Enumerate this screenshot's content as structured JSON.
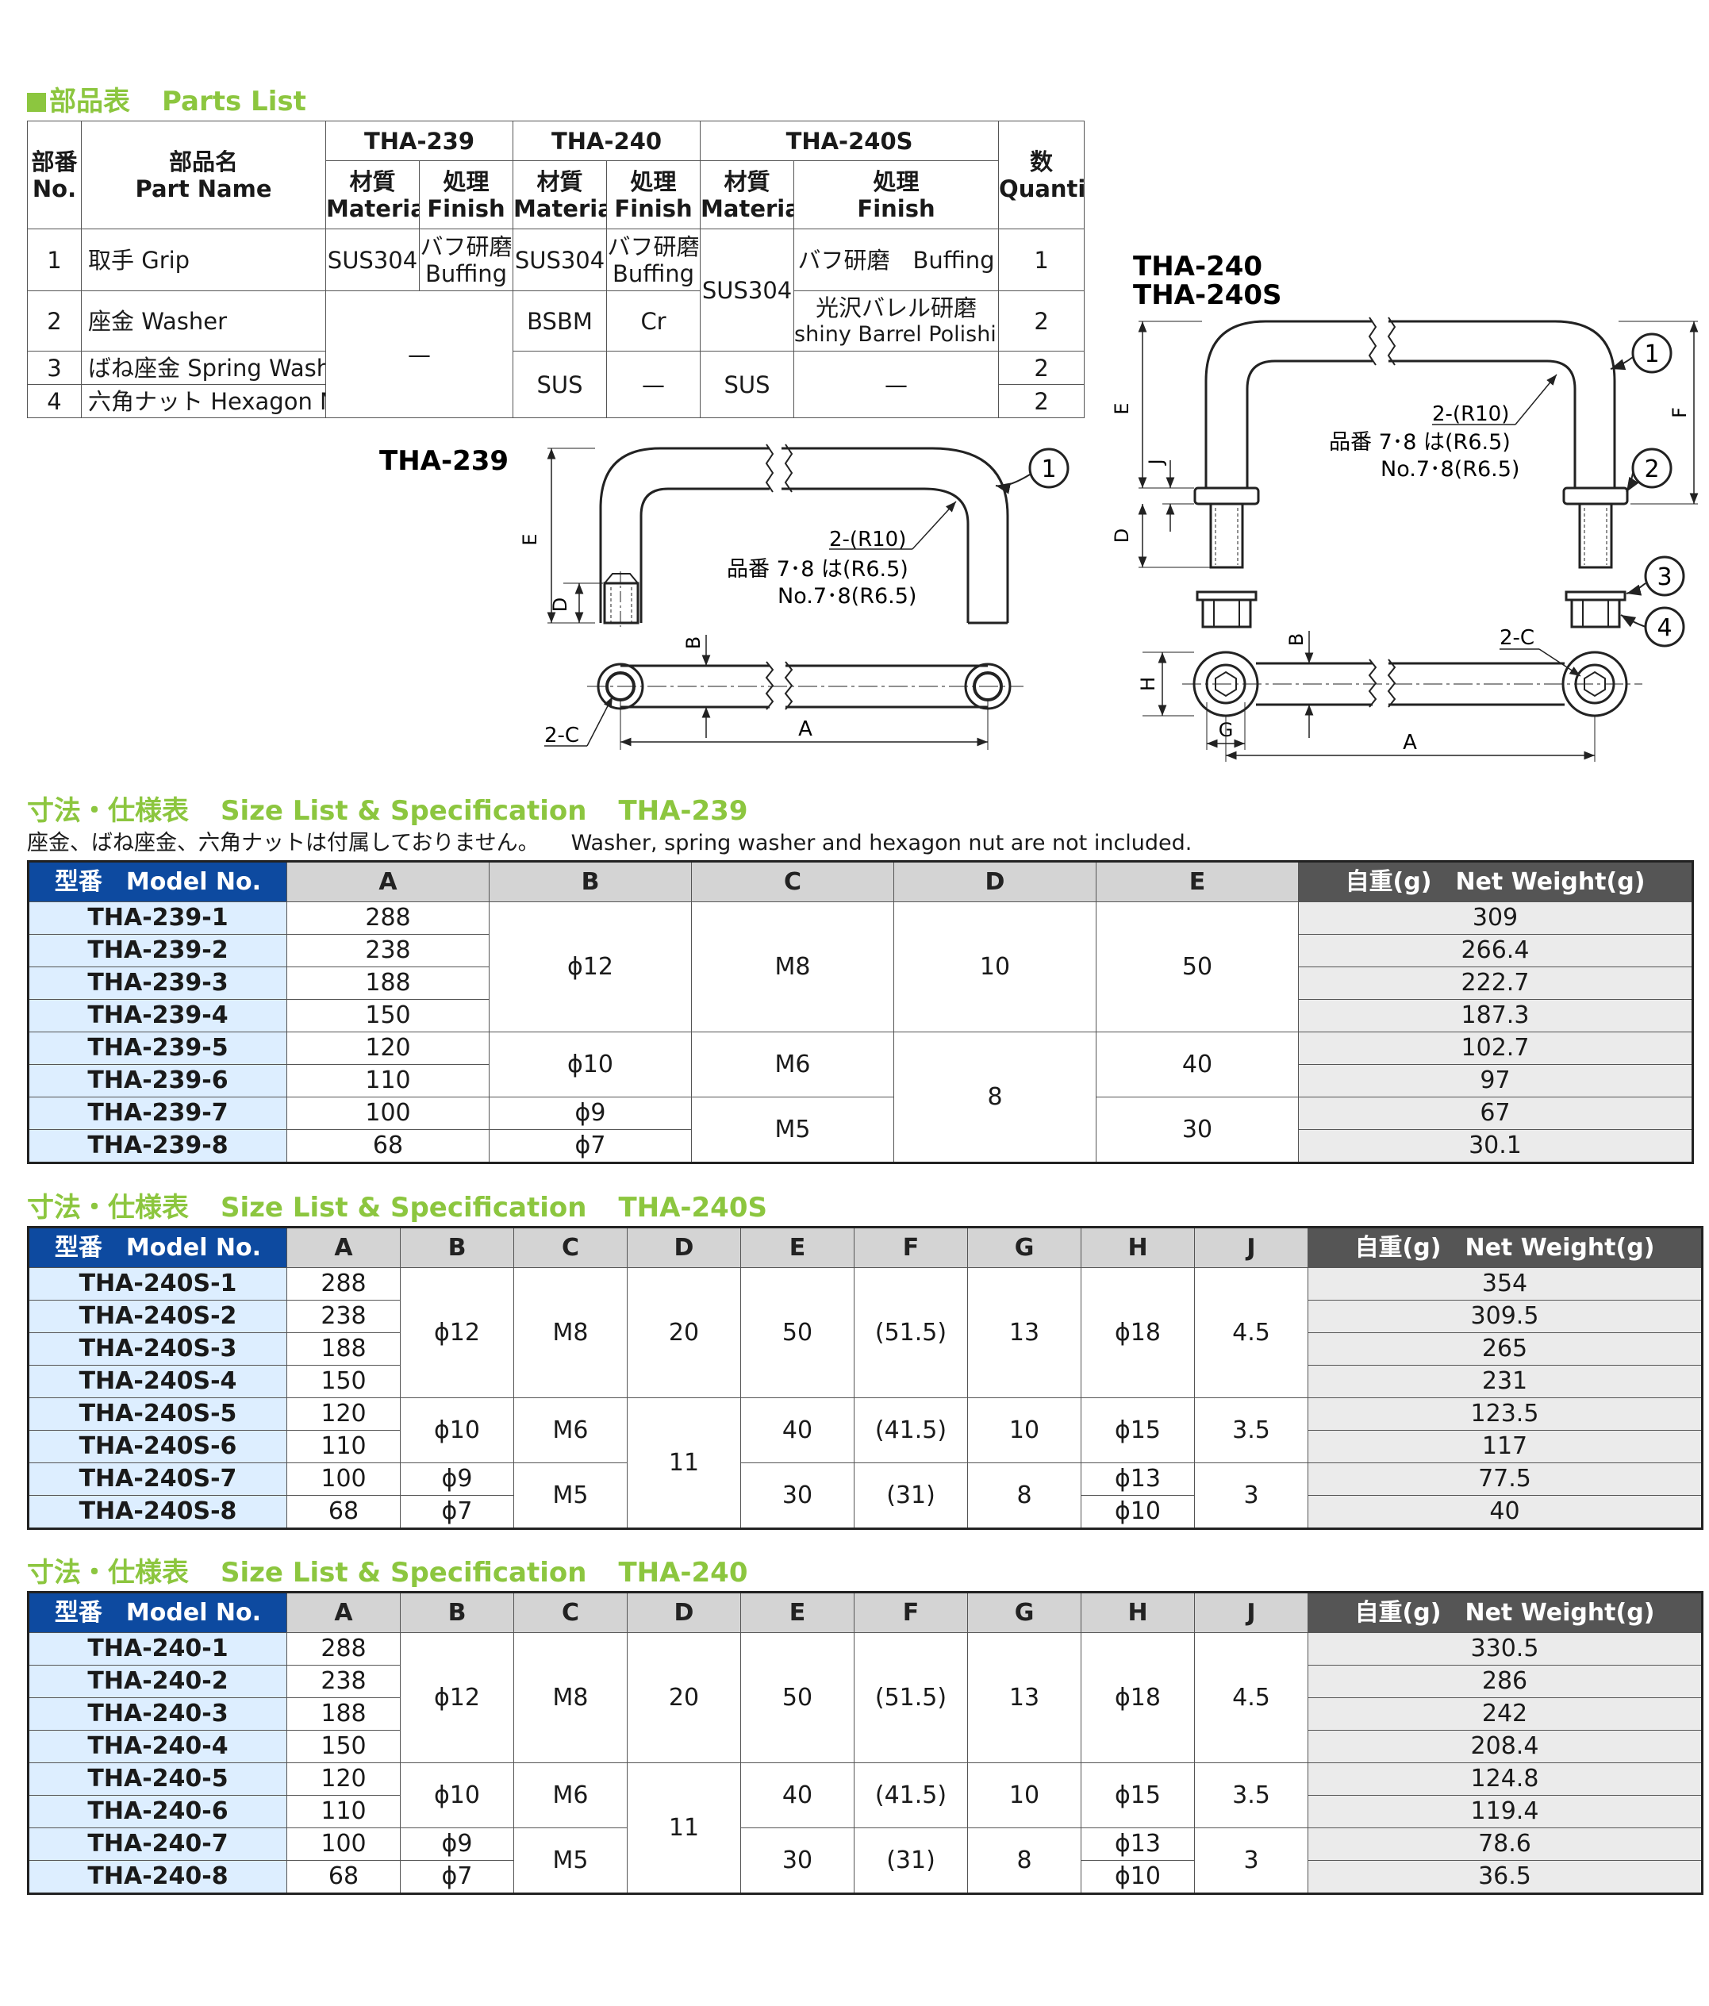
{
  "parts": {
    "title_jp": "部品表",
    "title_en": "Parts List",
    "header": {
      "no_jp": "部番",
      "no_en": "No.",
      "name_jp": "部品名",
      "name_en": "Part Name",
      "m1": "THA-239",
      "m2": "THA-240",
      "m3": "THA-240S",
      "mat_jp": "材質",
      "mat_en": "Material",
      "fin_jp": "処理",
      "fin_en": "Finish",
      "qty_jp": "数",
      "qty_en": "Quantity"
    },
    "rows": [
      {
        "no": "1",
        "name": "取手 Grip",
        "m239": "SUS304",
        "f239_jp": "バフ研磨",
        "f239_en": "Buffing",
        "m240": "SUS304",
        "f240_jp": "バフ研磨",
        "f240_en": "Buffing",
        "f240s": "バフ研磨　Buffing",
        "qty": "1"
      },
      {
        "no": "2",
        "name": "座金 Washer",
        "m240": "BSBM",
        "f240": "Cr",
        "f240s_jp": "光沢バレル研磨",
        "f240s_en": "shiny Barrel Polishing",
        "qty": "2"
      },
      {
        "no": "3",
        "name": "ばね座金 Spring Washer",
        "qty": "2"
      },
      {
        "no": "4",
        "name": "六角ナット Hexagon Nut",
        "qty": "2"
      }
    ],
    "m240s_mat": "SUS304",
    "dash": "—",
    "sus": "SUS"
  },
  "drawings": {
    "tha239": {
      "label": "THA-239",
      "callout": "1",
      "r10": "2-(R10)",
      "note_jp": "品番 7･8 は(R6.5)",
      "note_en": "No.7･8(R6.5)",
      "dims": {
        "E": "E",
        "D": "D",
        "B": "B",
        "A": "A",
        "C": "2-C"
      }
    },
    "tha240": {
      "label1": "THA-240",
      "label2": "THA-240S",
      "callouts": [
        "1",
        "2",
        "3",
        "4"
      ],
      "r10": "2-(R10)",
      "note_jp": "品番 7･8 は(R6.5)",
      "note_en": "No.7･8(R6.5)",
      "dims": {
        "E": "E",
        "F": "F",
        "J": "J",
        "D": "D",
        "B": "B",
        "H": "H",
        "G": "G",
        "A": "A",
        "C": "2-C"
      }
    }
  },
  "spec239": {
    "title_jp": "寸法・仕様表",
    "title_en": "Size List & Specification",
    "model": "THA-239",
    "note_jp": "座金、ばね座金、六角ナットは付属しておりません。",
    "note_en": "Washer, spring washer and hexagon nut are not included.",
    "headers": [
      "型番　Model No.",
      "A",
      "B",
      "C",
      "D",
      "E",
      "自重(g)　Net Weight(g)"
    ],
    "models": [
      "THA-239-1",
      "THA-239-2",
      "THA-239-3",
      "THA-239-4",
      "THA-239-5",
      "THA-239-6",
      "THA-239-7",
      "THA-239-8"
    ],
    "A": [
      "288",
      "238",
      "188",
      "150",
      "120",
      "110",
      "100",
      "68"
    ],
    "B": [
      "ϕ12",
      "ϕ10",
      "ϕ9",
      "ϕ7"
    ],
    "C": [
      "M8",
      "M6",
      "M5"
    ],
    "D": [
      "10",
      "8"
    ],
    "E": [
      "50",
      "40",
      "30"
    ],
    "W": [
      "309",
      "266.4",
      "222.7",
      "187.3",
      "102.7",
      "97",
      "67",
      "30.1"
    ]
  },
  "spec240s": {
    "title_jp": "寸法・仕様表",
    "title_en": "Size List & Specification",
    "model": "THA-240S",
    "headers": [
      "型番　Model No.",
      "A",
      "B",
      "C",
      "D",
      "E",
      "F",
      "G",
      "H",
      "J",
      "自重(g)　Net Weight(g)"
    ],
    "models": [
      "THA-240S-1",
      "THA-240S-2",
      "THA-240S-3",
      "THA-240S-4",
      "THA-240S-5",
      "THA-240S-6",
      "THA-240S-7",
      "THA-240S-8"
    ],
    "A": [
      "288",
      "238",
      "188",
      "150",
      "120",
      "110",
      "100",
      "68"
    ],
    "B": [
      "ϕ12",
      "ϕ10",
      "ϕ9",
      "ϕ7"
    ],
    "C": [
      "M8",
      "M6",
      "M5"
    ],
    "D": [
      "20",
      "11"
    ],
    "E": [
      "50",
      "40",
      "30"
    ],
    "F": [
      "(51.5)",
      "(41.5)",
      "(31)"
    ],
    "G": [
      "13",
      "10",
      "8"
    ],
    "H": [
      "ϕ18",
      "ϕ15",
      "ϕ13",
      "ϕ10"
    ],
    "J": [
      "4.5",
      "3.5",
      "3"
    ],
    "W": [
      "354",
      "309.5",
      "265",
      "231",
      "123.5",
      "117",
      "77.5",
      "40"
    ]
  },
  "spec240": {
    "title_jp": "寸法・仕様表",
    "title_en": "Size List & Specification",
    "model": "THA-240",
    "headers": [
      "型番　Model No.",
      "A",
      "B",
      "C",
      "D",
      "E",
      "F",
      "G",
      "H",
      "J",
      "自重(g)　Net Weight(g)"
    ],
    "models": [
      "THA-240-1",
      "THA-240-2",
      "THA-240-3",
      "THA-240-4",
      "THA-240-5",
      "THA-240-6",
      "THA-240-7",
      "THA-240-8"
    ],
    "A": [
      "288",
      "238",
      "188",
      "150",
      "120",
      "110",
      "100",
      "68"
    ],
    "B": [
      "ϕ12",
      "ϕ10",
      "ϕ9",
      "ϕ7"
    ],
    "C": [
      "M8",
      "M6",
      "M5"
    ],
    "D": [
      "20",
      "11"
    ],
    "E": [
      "50",
      "40",
      "30"
    ],
    "F": [
      "(51.5)",
      "(41.5)",
      "(31)"
    ],
    "G": [
      "13",
      "10",
      "8"
    ],
    "H": [
      "ϕ18",
      "ϕ15",
      "ϕ13",
      "ϕ10"
    ],
    "J": [
      "4.5",
      "3.5",
      "3"
    ],
    "W": [
      "330.5",
      "286",
      "242",
      "208.4",
      "124.8",
      "119.4",
      "78.6",
      "36.5"
    ]
  }
}
